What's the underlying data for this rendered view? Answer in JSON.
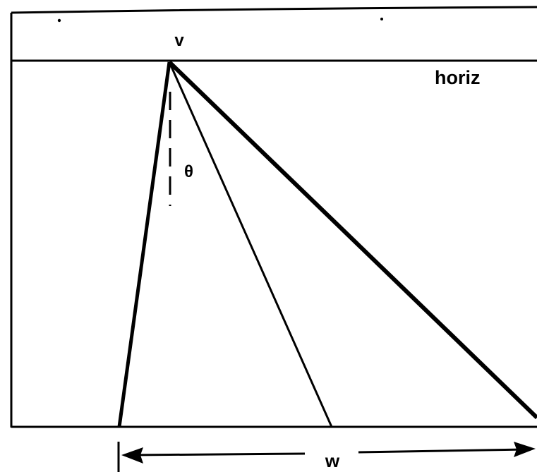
{
  "diagram": {
    "labels": {
      "vertex": "v",
      "horizon": "horiz",
      "angle": "θ",
      "width": "w"
    },
    "colors": {
      "ink": "#000000",
      "background": "#ffffff"
    }
  }
}
